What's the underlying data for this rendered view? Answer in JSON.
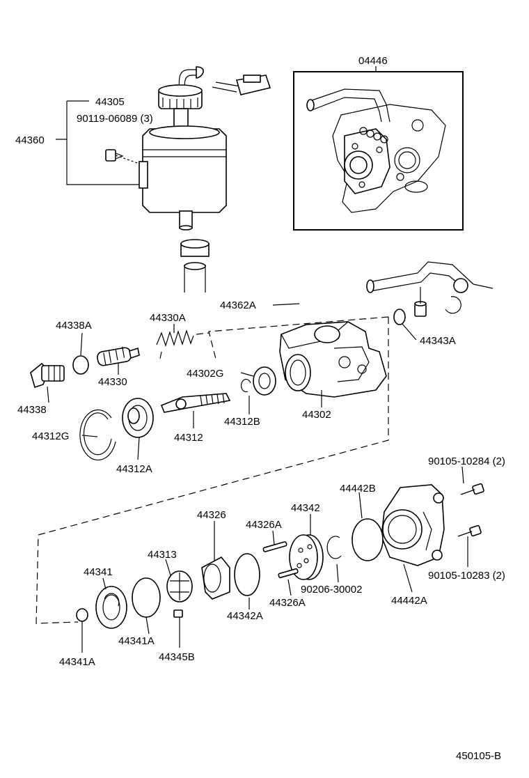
{
  "diagram_code": "450105-B",
  "labels": {
    "l04446": "04446",
    "l44305": "44305",
    "l90119": "90119-06089 (3)",
    "l44360": "44360",
    "l44362A": "44362A",
    "l44338A": "44338A",
    "l44330A": "44330A",
    "l44343A": "44343A",
    "l44330": "44330",
    "l44302G": "44302G",
    "l44338": "44338",
    "l44302": "44302",
    "l44312G": "44312G",
    "l44312": "44312",
    "l44312B": "44312B",
    "l44312A": "44312A",
    "l90105_10284": "90105-10284 (2)",
    "l44442B": "44442B",
    "l44326": "44326",
    "l44342": "44342",
    "l44326A_top": "44326A",
    "l44313": "44313",
    "l44341": "44341",
    "l90105_10283": "90105-10283 (2)",
    "l90206": "90206-30002",
    "l44442A": "44442A",
    "l44326A_bottom": "44326A",
    "l44342A": "44342A",
    "l44341A_mid": "44341A",
    "l44345B": "44345B",
    "l44341A_left": "44341A"
  }
}
